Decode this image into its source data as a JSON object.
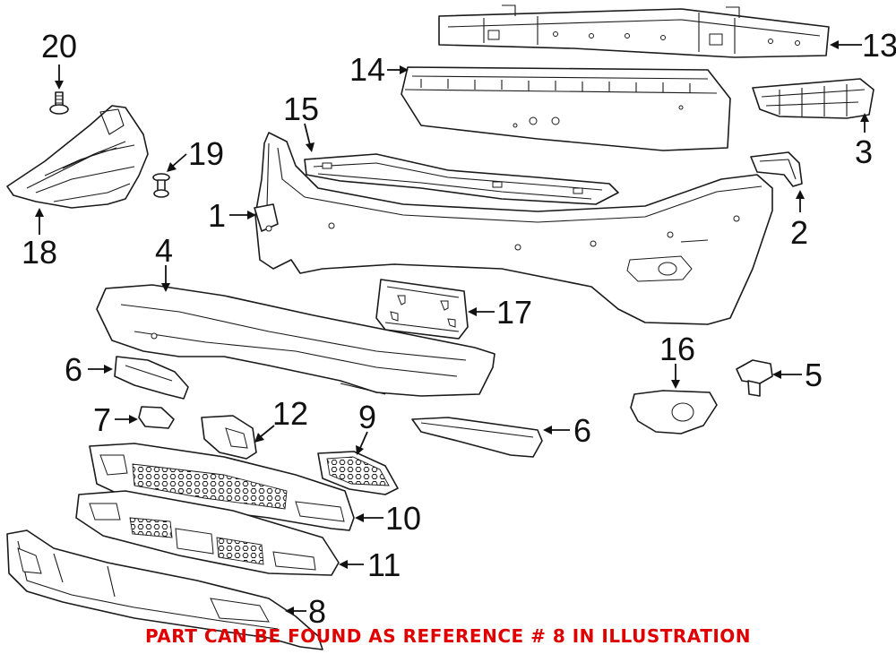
{
  "callouts": {
    "c1": "1",
    "c2": "2",
    "c3": "3",
    "c4": "4",
    "c5": "5",
    "c6a": "6",
    "c6b": "6",
    "c7": "7",
    "c8": "8",
    "c9": "9",
    "c10": "10",
    "c11": "11",
    "c12": "12",
    "c13": "13",
    "c14": "14",
    "c15": "15",
    "c16": "16",
    "c17": "17",
    "c18": "18",
    "c19": "19",
    "c20": "20"
  },
  "footer": {
    "note": "PART CAN BE FOUND AS REFERENCE # 8 IN ILLUSTRATION",
    "color": "#e00000"
  }
}
